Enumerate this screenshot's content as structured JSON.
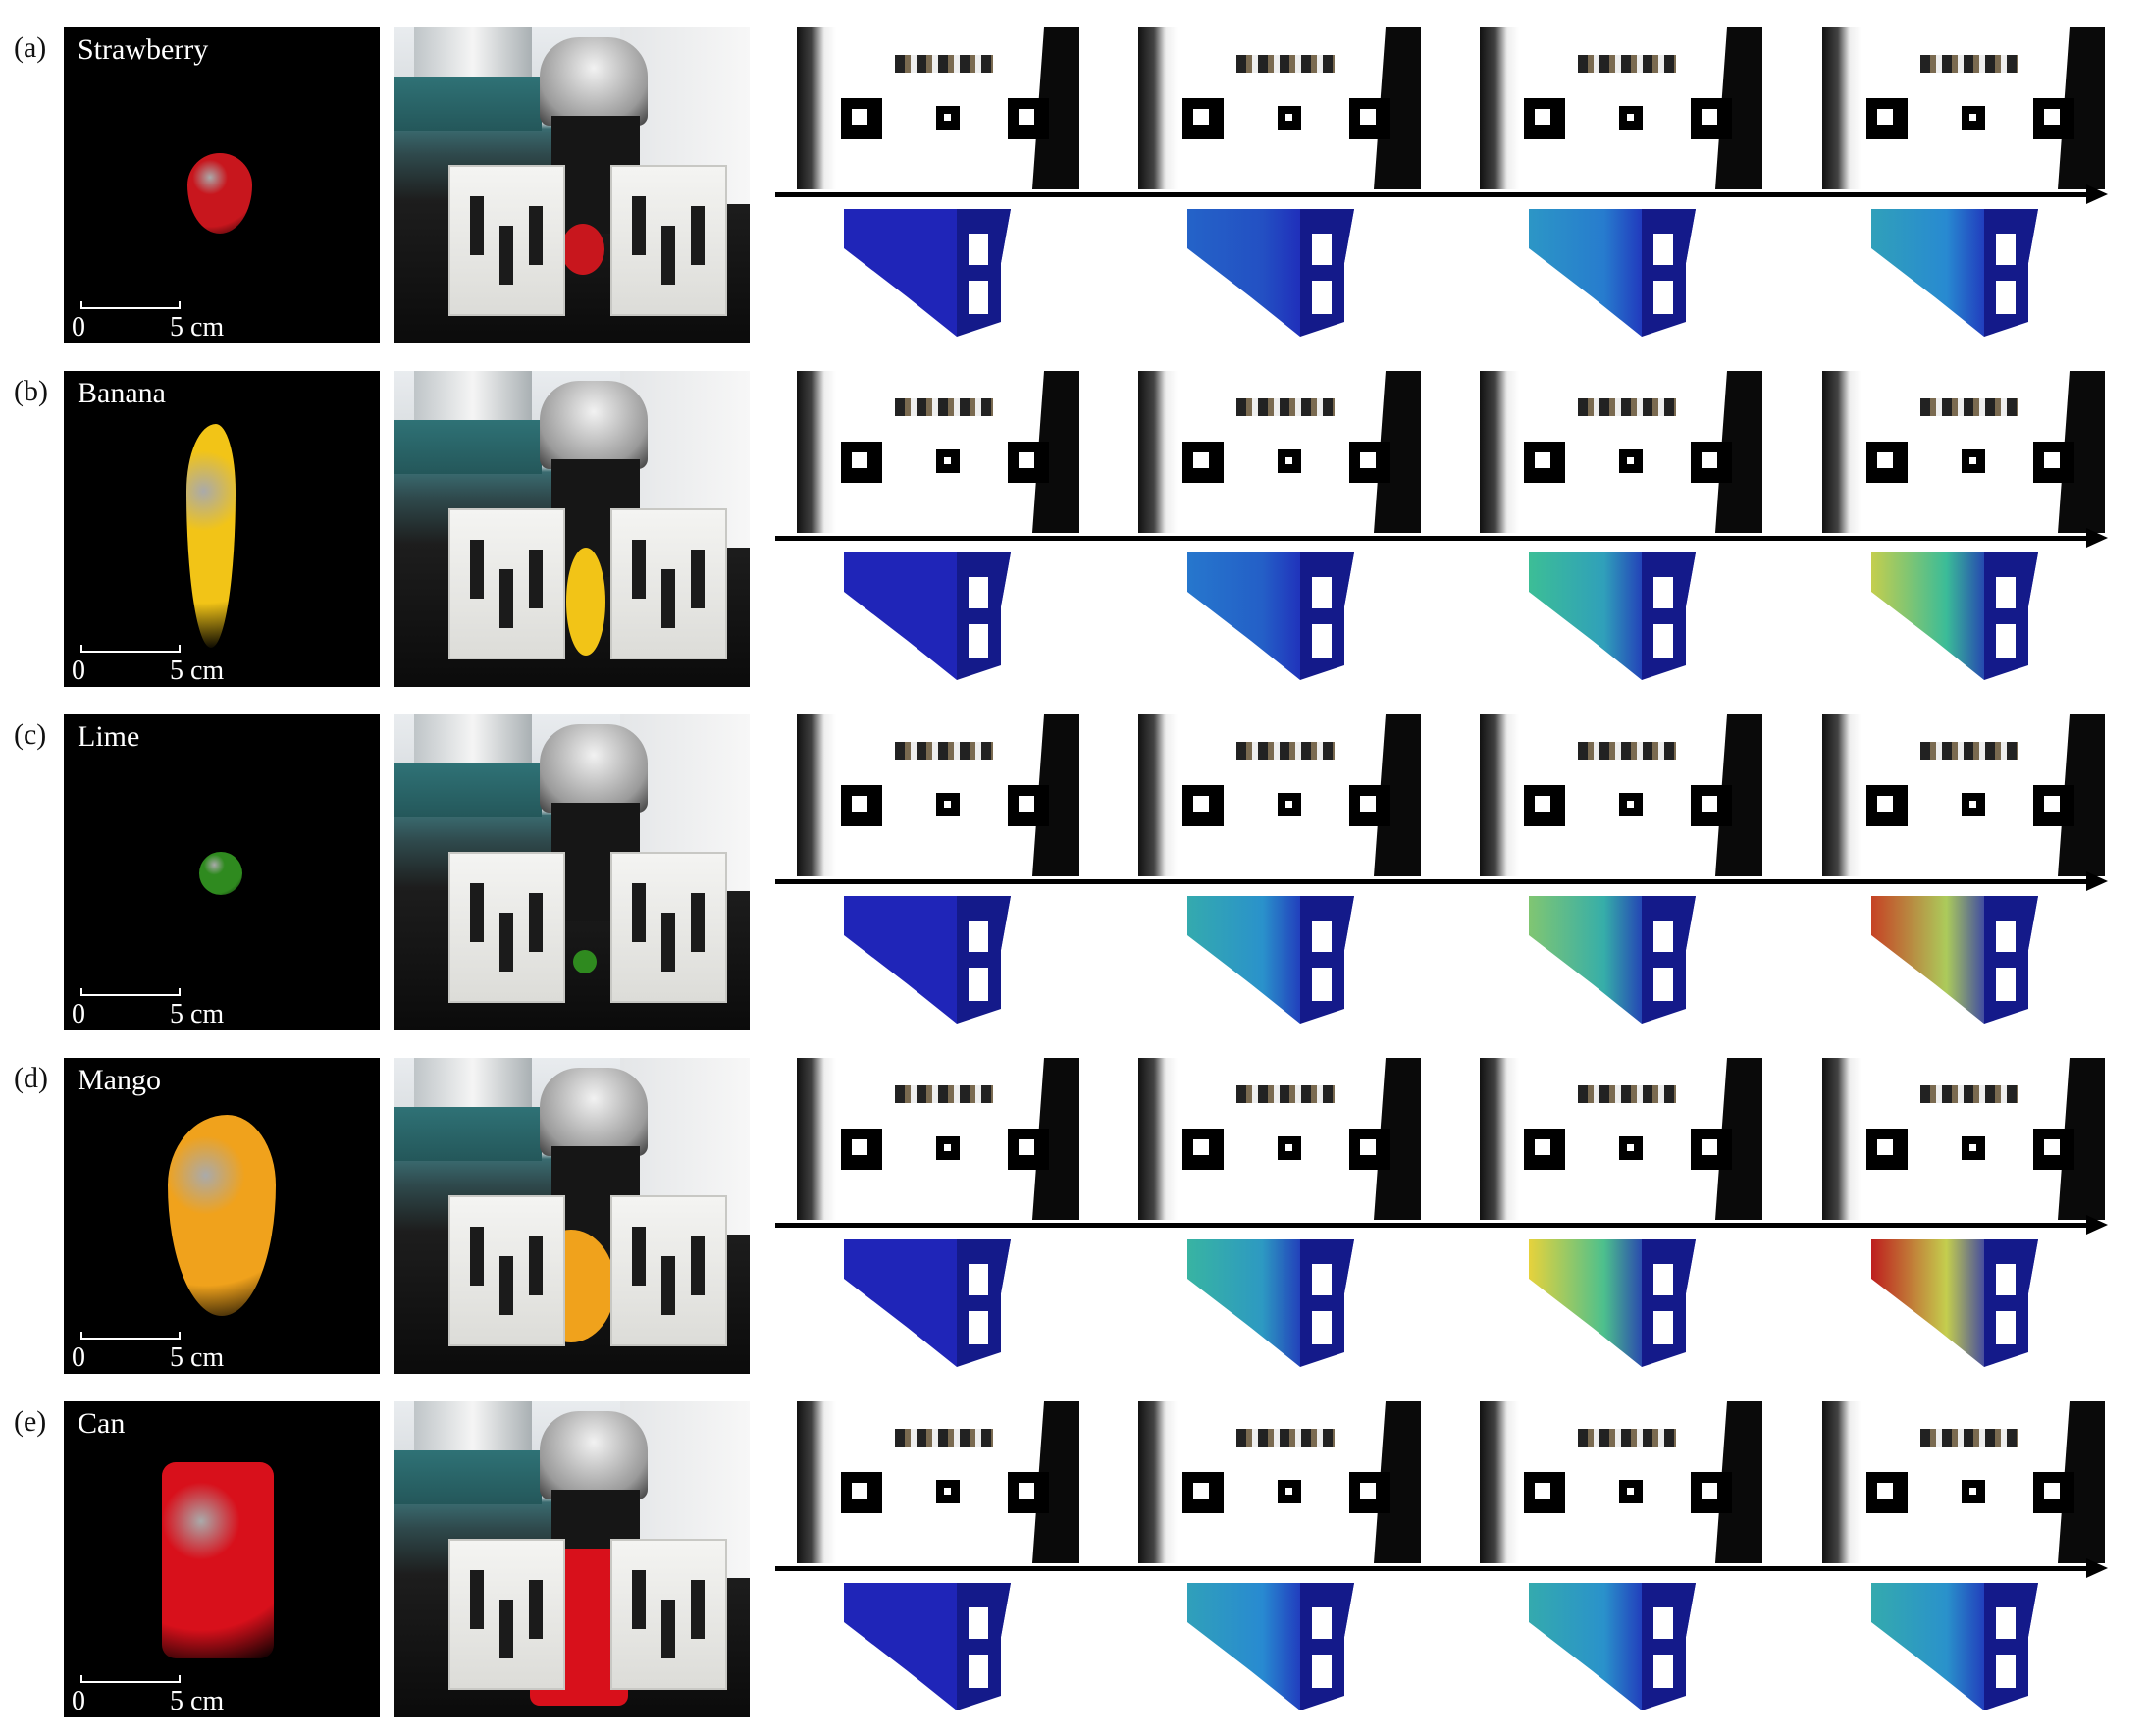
{
  "rows": [
    {
      "label": "(a)",
      "object": "Strawberry",
      "scale_start": "0",
      "scale_end": "5 cm",
      "fruit_color": "#c8161d",
      "stress_levels": [
        0.0,
        0.15,
        0.3,
        0.35
      ]
    },
    {
      "label": "(b)",
      "object": "Banana",
      "scale_start": "0",
      "scale_end": "5 cm",
      "fruit_color": "#f2c417",
      "stress_levels": [
        0.0,
        0.2,
        0.5,
        0.7
      ]
    },
    {
      "label": "(c)",
      "object": "Lime",
      "scale_start": "0",
      "scale_end": "5 cm",
      "fruit_color": "#2f8a1f",
      "stress_levels": [
        0.0,
        0.4,
        0.6,
        0.95
      ]
    },
    {
      "label": "(d)",
      "object": "Mango",
      "scale_start": "0",
      "scale_end": "5 cm",
      "fruit_color": "#f0a21c",
      "stress_levels": [
        0.0,
        0.45,
        0.75,
        1.0
      ]
    },
    {
      "label": "(e)",
      "object": "Can",
      "scale_start": "0",
      "scale_end": "5 cm",
      "fruit_color": "#d8101b",
      "stress_levels": [
        0.0,
        0.35,
        0.4,
        0.4
      ]
    }
  ],
  "colors": {
    "finger_base": "#1f25b8",
    "finger_edge": "#141a8a",
    "arrow": "#000000"
  }
}
